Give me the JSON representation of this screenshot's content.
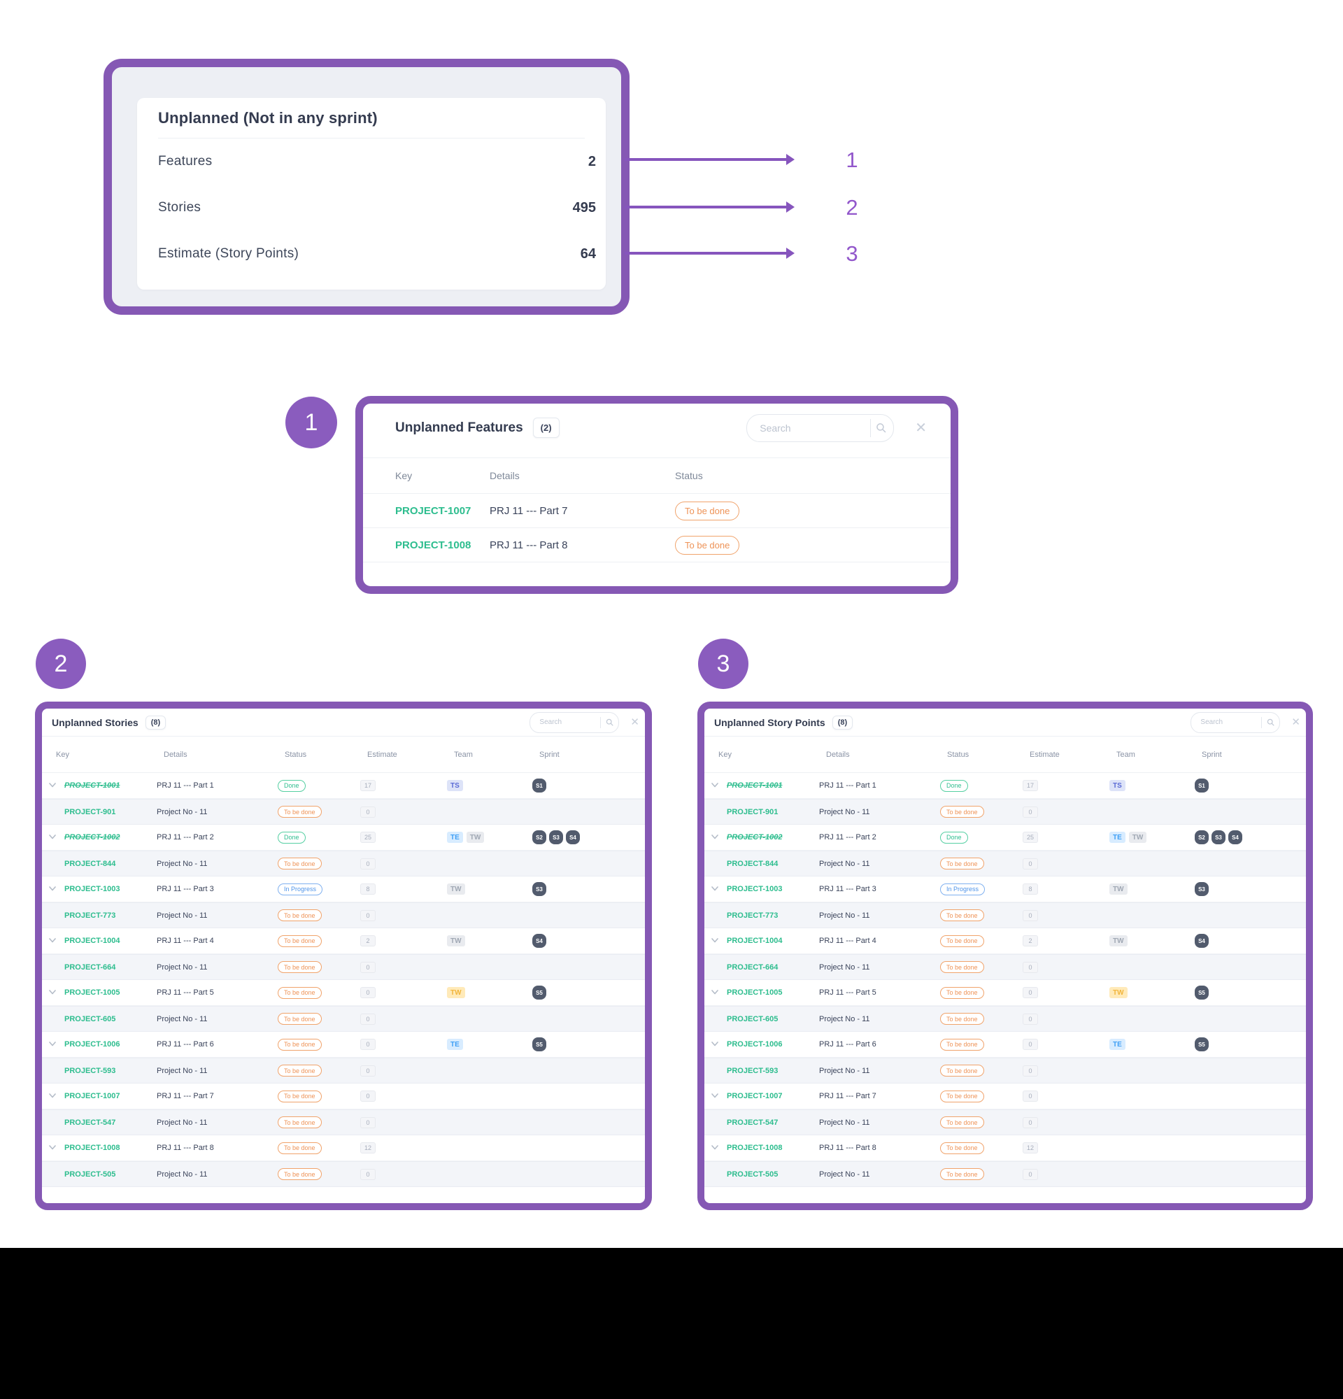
{
  "colors": {
    "accent_purple": "#8558b4",
    "badge_purple": "#8a5cbe",
    "arrow_purple": "#8655bd",
    "key_green": "#2dbd8e",
    "status_done": "#2fbe8f",
    "status_todo": "#ee9357",
    "status_in_progress": "#4f94e9",
    "team_chip_indigo": "#5b6bd5",
    "team_chip_blue": "#41a0f5",
    "team_chip_gray": "#a0a8b4",
    "team_chip_yellow": "#f2b53c",
    "sprint_badge_bg": "#525b6d"
  },
  "summary": {
    "title": "Unplanned (Not in any sprint)",
    "rows": [
      {
        "label": "Features",
        "value": "2"
      },
      {
        "label": "Stories",
        "value": "495"
      },
      {
        "label": "Estimate (Story Points)",
        "value": "64"
      }
    ]
  },
  "annotations": {
    "arrow_labels": [
      "1",
      "2",
      "3"
    ],
    "badges": [
      "1",
      "2",
      "3"
    ]
  },
  "features_panel": {
    "title": "Unplanned Features",
    "count": "(2)",
    "search_placeholder": "Search",
    "columns": [
      "Key",
      "Details",
      "Status"
    ],
    "rows": [
      {
        "key": "PROJECT-1007",
        "details": "PRJ 11 --- Part 7",
        "status": "To be done",
        "status_type": "todo"
      },
      {
        "key": "PROJECT-1008",
        "details": "PRJ 11 --- Part 8",
        "status": "To be done",
        "status_type": "todo"
      }
    ]
  },
  "stories_panel": {
    "title": "Unplanned Stories",
    "count": "(8)",
    "search_placeholder": "Search",
    "columns": [
      "Key",
      "Details",
      "Status",
      "Estimate",
      "Team",
      "Sprint"
    ]
  },
  "points_panel": {
    "title": "Unplanned Story Points",
    "count": "(8)",
    "search_placeholder": "Search",
    "columns": [
      "Key",
      "Details",
      "Status",
      "Estimate",
      "Team",
      "Sprint"
    ]
  },
  "backlog_rows": [
    {
      "parent": true,
      "done": true,
      "key": "PROJECT-1001",
      "details": "PRJ 11 --- Part 1",
      "status": "Done",
      "status_type": "done",
      "estimate": "17",
      "teams": [
        {
          "label": "TS",
          "style": "indigo"
        }
      ],
      "sprints": [
        "S1"
      ]
    },
    {
      "parent": false,
      "done": false,
      "key": "PROJECT-901",
      "details": "Project No - 11",
      "status": "To be done",
      "status_type": "todo",
      "estimate": "0",
      "teams": [],
      "sprints": []
    },
    {
      "parent": true,
      "done": true,
      "key": "PROJECT-1002",
      "details": "PRJ 11 --- Part 2",
      "status": "Done",
      "status_type": "done",
      "estimate": "25",
      "teams": [
        {
          "label": "TE",
          "style": "blue"
        },
        {
          "label": "TW",
          "style": "gray"
        }
      ],
      "sprints": [
        "S2",
        "S3",
        "S4"
      ]
    },
    {
      "parent": false,
      "done": false,
      "key": "PROJECT-844",
      "details": "Project No - 11",
      "status": "To be done",
      "status_type": "todo",
      "estimate": "0",
      "teams": [],
      "sprints": []
    },
    {
      "parent": true,
      "done": false,
      "key": "PROJECT-1003",
      "details": "PRJ 11 --- Part 3",
      "status": "In Progress",
      "status_type": "progress",
      "estimate": "8",
      "teams": [
        {
          "label": "TW",
          "style": "gray"
        }
      ],
      "sprints": [
        "S3"
      ]
    },
    {
      "parent": false,
      "done": false,
      "key": "PROJECT-773",
      "details": "Project No - 11",
      "status": "To be done",
      "status_type": "todo",
      "estimate": "0",
      "teams": [],
      "sprints": []
    },
    {
      "parent": true,
      "done": false,
      "key": "PROJECT-1004",
      "details": "PRJ 11 --- Part 4",
      "status": "To be done",
      "status_type": "todo",
      "estimate": "2",
      "teams": [
        {
          "label": "TW",
          "style": "gray"
        }
      ],
      "sprints": [
        "S4"
      ]
    },
    {
      "parent": false,
      "done": false,
      "key": "PROJECT-664",
      "details": "Project No - 11",
      "status": "To be done",
      "status_type": "todo",
      "estimate": "0",
      "teams": [],
      "sprints": []
    },
    {
      "parent": true,
      "done": false,
      "key": "PROJECT-1005",
      "details": "PRJ 11 --- Part 5",
      "status": "To be done",
      "status_type": "todo",
      "estimate": "0",
      "teams": [
        {
          "label": "TW",
          "style": "yellow"
        }
      ],
      "sprints": [
        "S5"
      ]
    },
    {
      "parent": false,
      "done": false,
      "key": "PROJECT-605",
      "details": "Project No - 11",
      "status": "To be done",
      "status_type": "todo",
      "estimate": "0",
      "teams": [],
      "sprints": []
    },
    {
      "parent": true,
      "done": false,
      "key": "PROJECT-1006",
      "details": "PRJ 11 --- Part 6",
      "status": "To be done",
      "status_type": "todo",
      "estimate": "0",
      "teams": [
        {
          "label": "TE",
          "style": "blue"
        }
      ],
      "sprints": [
        "S5"
      ]
    },
    {
      "parent": false,
      "done": false,
      "key": "PROJECT-593",
      "details": "Project No - 11",
      "status": "To be done",
      "status_type": "todo",
      "estimate": "0",
      "teams": [],
      "sprints": []
    },
    {
      "parent": true,
      "done": false,
      "key": "PROJECT-1007",
      "details": "PRJ 11 --- Part 7",
      "status": "To be done",
      "status_type": "todo",
      "estimate": "0",
      "teams": [],
      "sprints": []
    },
    {
      "parent": false,
      "done": false,
      "key": "PROJECT-547",
      "details": "Project No - 11",
      "status": "To be done",
      "status_type": "todo",
      "estimate": "0",
      "teams": [],
      "sprints": []
    },
    {
      "parent": true,
      "done": false,
      "key": "PROJECT-1008",
      "details": "PRJ 11 --- Part 8",
      "status": "To be done",
      "status_type": "todo",
      "estimate": "12",
      "teams": [],
      "sprints": []
    },
    {
      "parent": false,
      "done": false,
      "key": "PROJECT-505",
      "details": "Project No - 11",
      "status": "To be done",
      "status_type": "todo",
      "estimate": "0",
      "teams": [],
      "sprints": []
    }
  ]
}
